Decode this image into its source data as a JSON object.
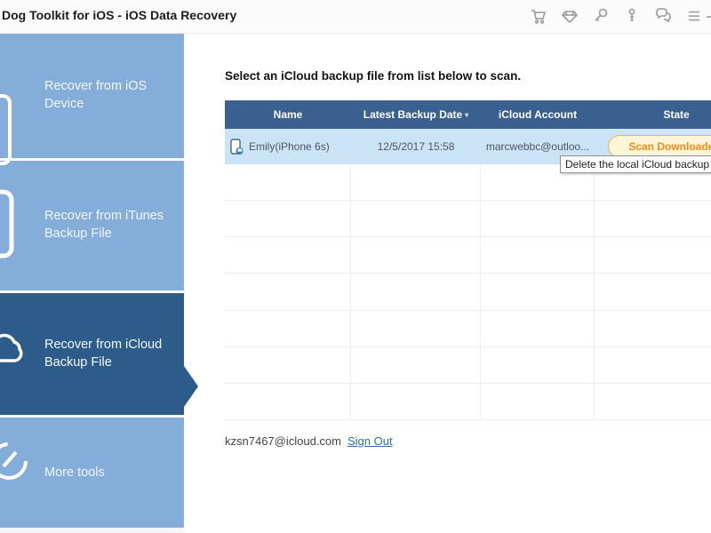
{
  "titlebar": {
    "title": "Dog Toolkit for iOS - iOS Data Recovery",
    "icons": [
      "cart-icon",
      "diamond-icon",
      "magnifier-icon",
      "person-icon",
      "chat-icon",
      "menu-icon"
    ]
  },
  "sidebar": {
    "items": [
      {
        "label": "Recover from iOS Device",
        "icon": "phone-icon",
        "selected": false
      },
      {
        "label": "Recover from iTunes Backup File",
        "icon": "itunes-backup-icon",
        "selected": false
      },
      {
        "label": "Recover from iCloud Backup File",
        "icon": "cloud-icon",
        "selected": true
      },
      {
        "label": "More tools",
        "icon": "more-tools-icon",
        "selected": false
      }
    ]
  },
  "main": {
    "heading": "Select an iCloud backup file from list below to scan.",
    "table": {
      "columns": [
        "Name",
        "Latest Backup Date",
        "iCloud Account",
        "State"
      ],
      "sort_indicator": "▾",
      "rows": [
        {
          "name": "Emily(iPhone 6s)",
          "date": "12/5/2017 15:58",
          "account": "marcwebbc@outloo...",
          "state": "Scan Downloaded"
        }
      ],
      "empty_rows": 7
    },
    "tooltip": "Delete the local iCloud backup",
    "account": {
      "email": "kzsn7467@icloud.com",
      "sign_out_label": "Sign Out"
    }
  },
  "colors": {
    "sidebar": "#85adda",
    "sidebar_selected": "#2e5c8a",
    "table_header": "#3a608f",
    "row_highlight": "#cbe3f7",
    "button_text": "#ef8c1a",
    "button_border": "#f3b04c",
    "button_bg": "#fdf5d7",
    "link": "#2a6ebb"
  }
}
